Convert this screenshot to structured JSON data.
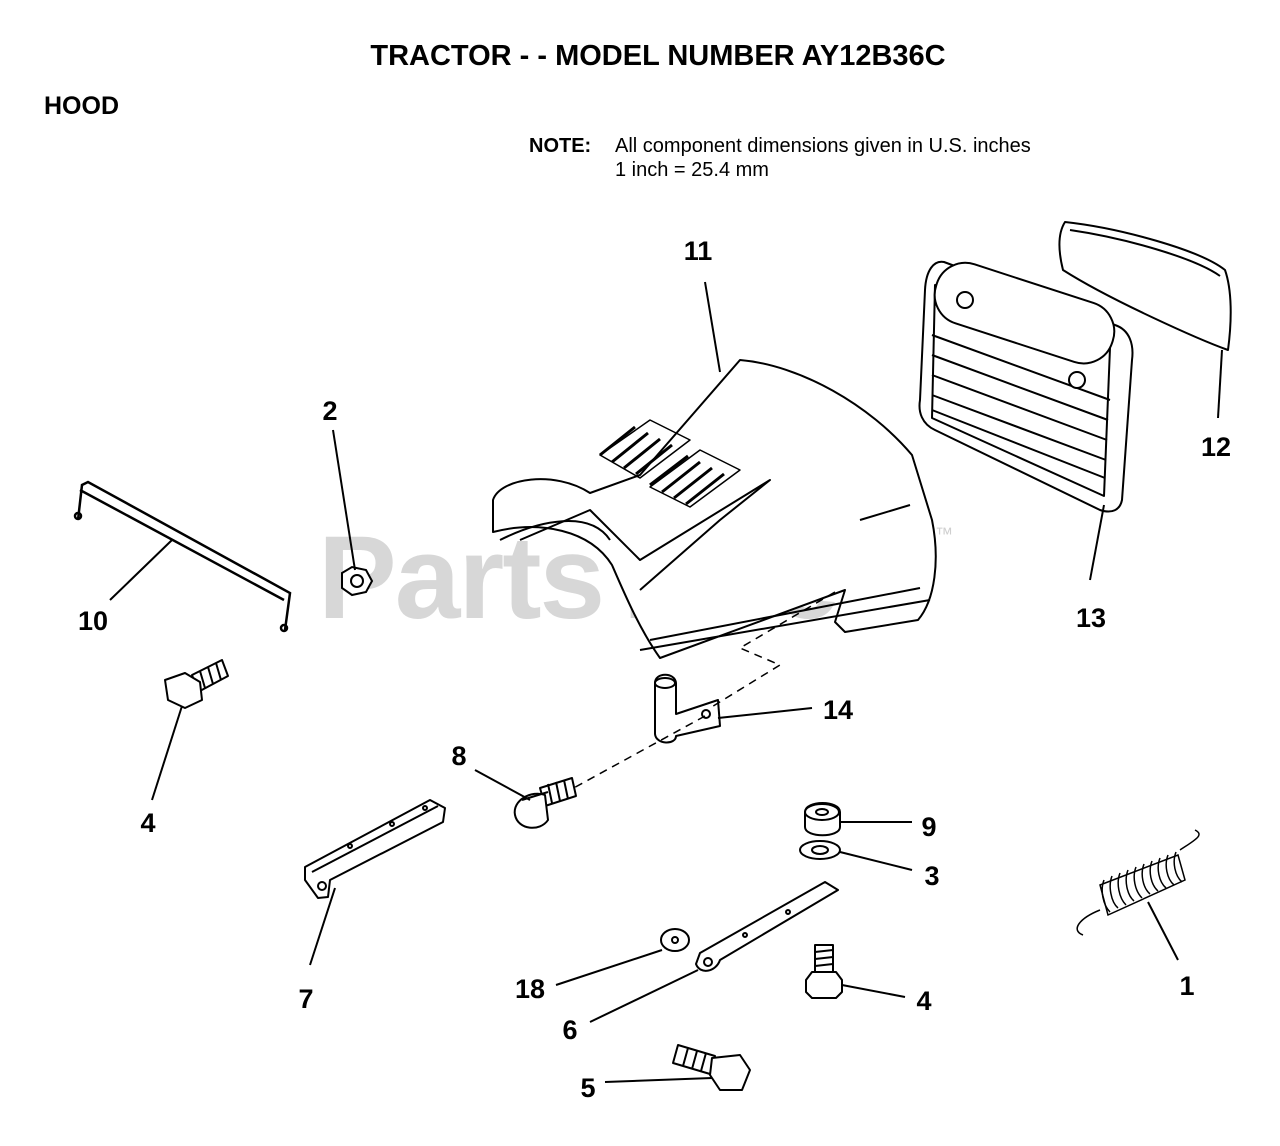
{
  "header": {
    "title": "TRACTOR - - MODEL NUMBER AY12B36C",
    "section": "HOOD"
  },
  "note": {
    "label": "NOTE:",
    "line1": "All component dimensions given in U.S. inches",
    "line2": "1 inch = 25.4 mm"
  },
  "watermark": {
    "text": "PartsTree",
    "tm": "™"
  },
  "callouts": [
    "11",
    "12",
    "13",
    "2",
    "10",
    "14",
    "8",
    "4",
    "9",
    "3",
    "1",
    "7",
    "18",
    "6",
    "4",
    "5"
  ],
  "parts": [
    {
      "ref": "1",
      "name": "spring-icon"
    },
    {
      "ref": "2",
      "name": "hex-nut-icon"
    },
    {
      "ref": "3",
      "name": "washer-icon"
    },
    {
      "ref": "4",
      "name": "bolt-icon"
    },
    {
      "ref": "5",
      "name": "shoulder-bolt-icon"
    },
    {
      "ref": "6",
      "name": "hood-strap-icon"
    },
    {
      "ref": "7",
      "name": "hood-bracket-icon"
    },
    {
      "ref": "8",
      "name": "flange-bolt-icon"
    },
    {
      "ref": "9",
      "name": "lock-nut-icon"
    },
    {
      "ref": "10",
      "name": "hood-rod-icon"
    },
    {
      "ref": "11",
      "name": "hood-icon"
    },
    {
      "ref": "12",
      "name": "grille-insert-icon"
    },
    {
      "ref": "13",
      "name": "grille-icon"
    },
    {
      "ref": "14",
      "name": "hinge-clip-icon"
    },
    {
      "ref": "18",
      "name": "flat-washer-icon"
    }
  ]
}
